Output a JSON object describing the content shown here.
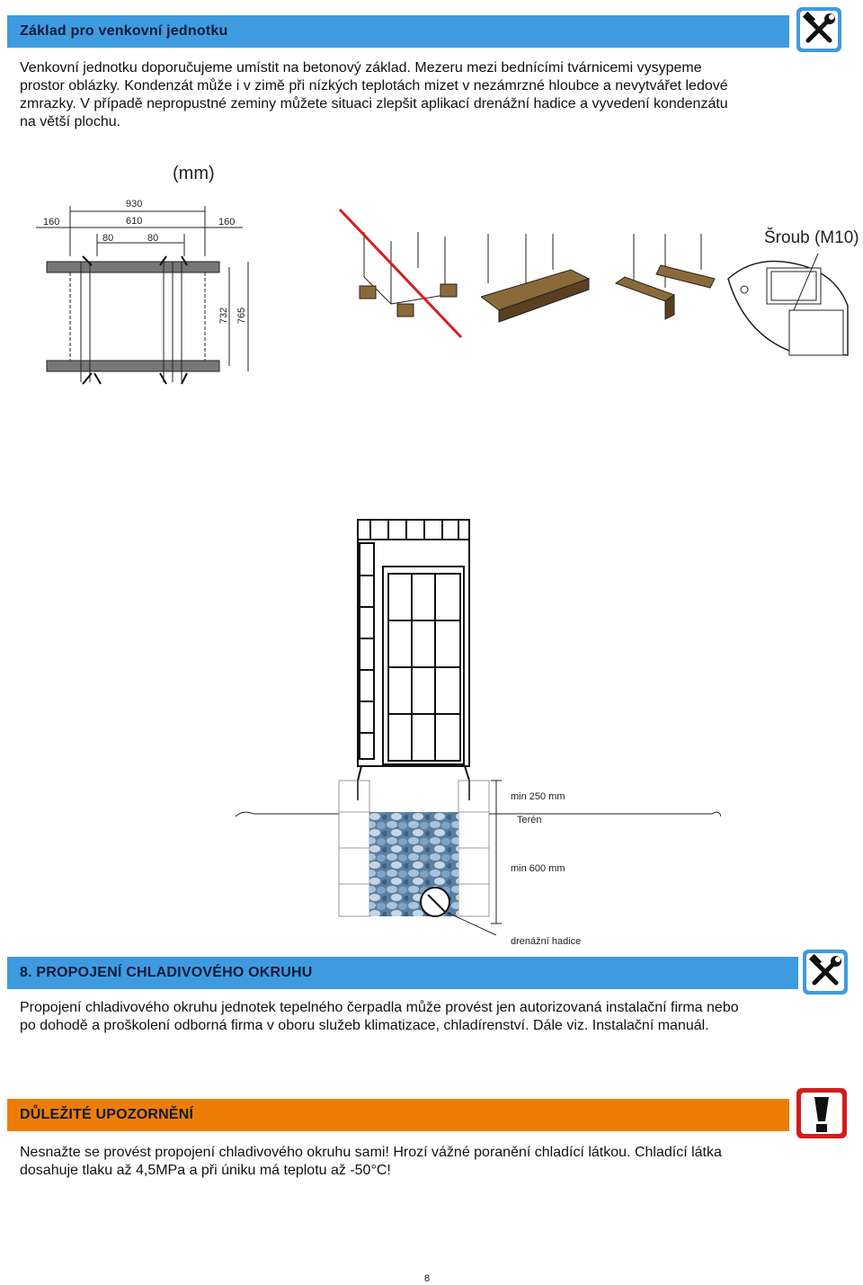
{
  "sections": {
    "foundation": {
      "title": "Základ pro venkovní jednotku",
      "lines": [
        "Venkovní jednotku doporučujeme umístit na betonový základ. Mezeru mezi bednícími tvárnicemi vysypeme",
        "prostor oblázky. Kondenzát může i v zimě při nízkých teplotách mizet v nezámrzné hloubce a nevytvářet ledové",
        "zmrazky. V případě nepropustné zeminy můžete situaci zlepšit aplikací drenážní hadice a vyvedení kondenzátu",
        "na větší plochu."
      ],
      "icon": "tools-icon"
    },
    "piping": {
      "title": "8. PROPOJENÍ CHLADIVOVÉHO OKRUHU",
      "lines": [
        "Propojení chladivového okruhu jednotek tepelného čerpadla může provést jen autorizovaná instalační firma nebo",
        "po dohodě a proškolení odborná firma v oboru služeb klimatizace, chladírenství. Dále viz. Instalační manuál."
      ],
      "icon": "tools-icon"
    },
    "warning": {
      "title": "DŮLEŽITÉ UPOZORNĚNÍ",
      "lines": [
        "Nesnažte se provést propojení chladivového okruhu sami! Hrozí vážné poranění chladící látkou. Chladící látka",
        "dosahuje tlaku až 4,5MPa a při úniku má teplotu až  -50°C!"
      ],
      "icon": "exclamation-icon"
    }
  },
  "diagram_top": {
    "unit_label": "(mm)",
    "dims": {
      "d930": "930",
      "d610": "610",
      "d160_left": "160",
      "d160_right": "160",
      "d80_left": "80",
      "d80_right": "80",
      "d732": "732",
      "d765": "765"
    },
    "screw_label": "Šroub (M10)"
  },
  "diagram_bottom": {
    "min_250": "min 250 mm",
    "terrain": "Terén",
    "min_600": "min 600 mm",
    "drain_hose": "drenážní hadice"
  },
  "colors": {
    "blue_bar": "#3f9be0",
    "orange_bar": "#ee7d07",
    "red_badge": "#d21c1c",
    "cross_out": "#d42020"
  },
  "page_number": "8"
}
